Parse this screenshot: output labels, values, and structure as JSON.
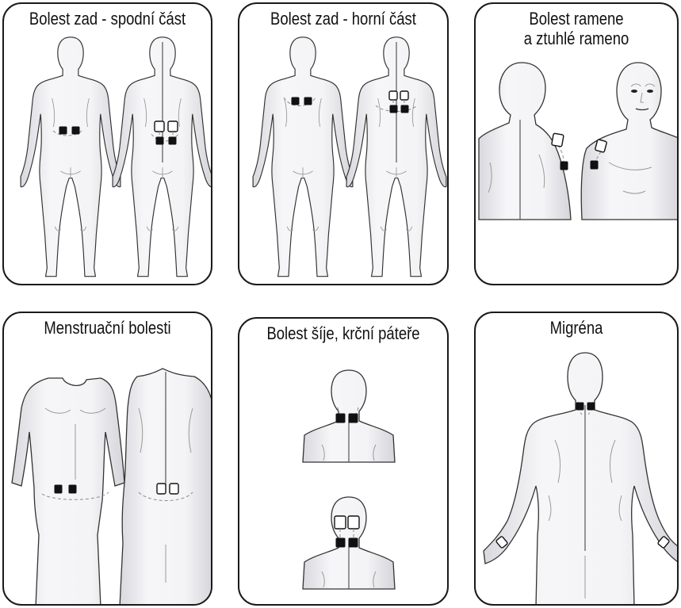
{
  "panels": [
    {
      "id": "lower-back",
      "title": "Bolest zad - spodní část"
    },
    {
      "id": "upper-back",
      "title": "Bolest zad - horní část"
    },
    {
      "id": "shoulder",
      "title": "Bolest ramene\na ztuhlé rameno"
    },
    {
      "id": "menstrual",
      "title": "Menstruační bolesti"
    },
    {
      "id": "neck",
      "title": "Bolest šíje, krční páteře"
    },
    {
      "id": "migraine",
      "title": "Migréna"
    }
  ],
  "colors": {
    "frame": "#1a1a1a",
    "skin_light": "#f7f7f9",
    "skin_shade": "#d6d6dc",
    "electrode_active": "#111111",
    "electrode_passive": "#ffffff"
  }
}
